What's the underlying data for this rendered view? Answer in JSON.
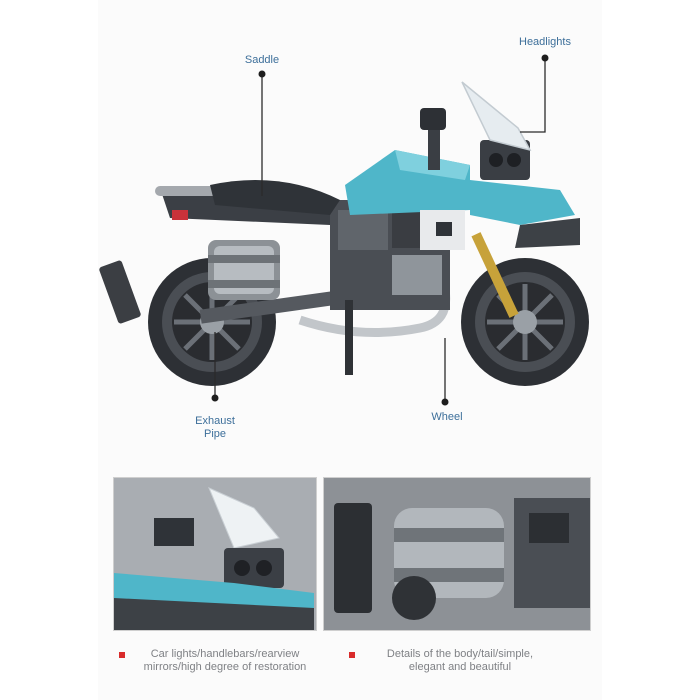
{
  "callouts": {
    "saddle": "Saddle",
    "headlights": "Headlights",
    "exhaust_pipe": "Exhaust\nPipe",
    "wheel": "Wheel"
  },
  "features": [
    {
      "text": "Car lights/handlebars/rearview\nmirrors/high degree of restoration"
    },
    {
      "text": "Details of the body/tail/simple,\nelegant and beautiful"
    }
  ],
  "colors": {
    "accent_teal": "#4fb6c9",
    "body_dark": "#3e4247",
    "label_blue": "#3d6f9a",
    "bullet_red": "#d92b2b",
    "caption_gray": "#7f8185"
  }
}
